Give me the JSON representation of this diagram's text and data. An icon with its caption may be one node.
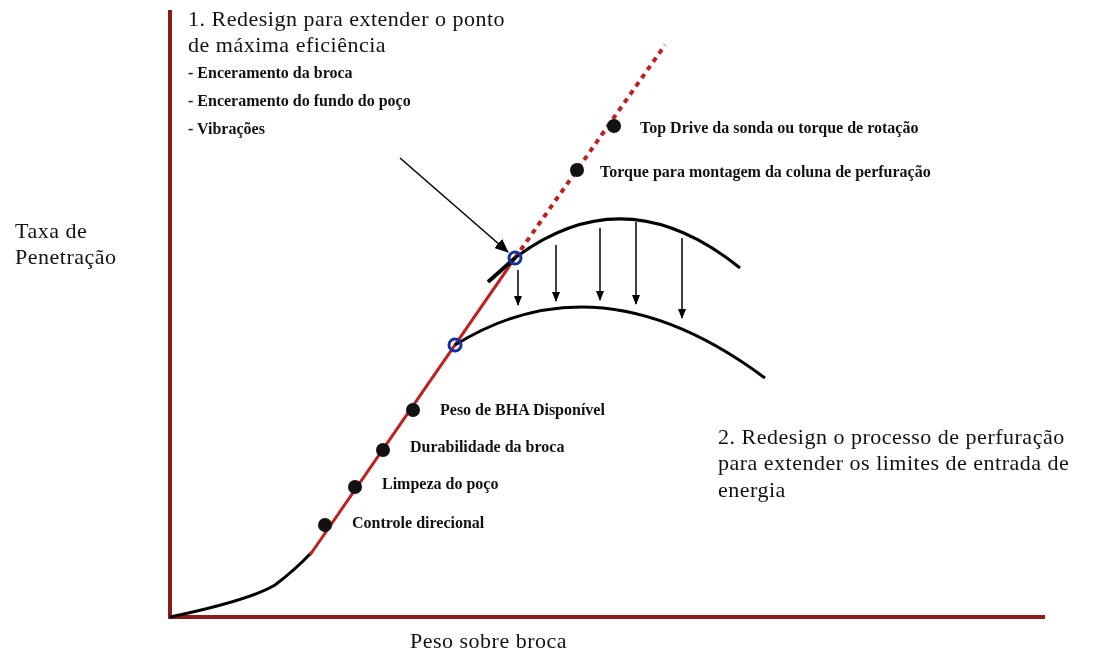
{
  "diagram": {
    "nodes": [
      {
        "text": [
          "1. Redesign para extender o ponto de máxima eficiência",
          "- Enceramento da broca",
          "- Enceramento do fundo do poço",
          "- Vibrações"
        ]
      },
      {
        "text": [],
        "shape": "circle"
      }
    ],
    "edges": [
      {
        "from": 0,
        "to": 1,
        "arrow": "to"
      }
    ],
    "labels": [
      "Top Drive da sonda ou torque de rotação",
      "Torque para montagem da coluna de perfuração",
      "Taxa de Penetração",
      "Peso de BHA Disponível",
      "Durabilidade da broca",
      "Limpeza do poço",
      "2. Redesign o processo de perfuração para extender os limites de entrada de energia",
      "Controle direcional",
      "Peso sobre broca"
    ]
  }
}
